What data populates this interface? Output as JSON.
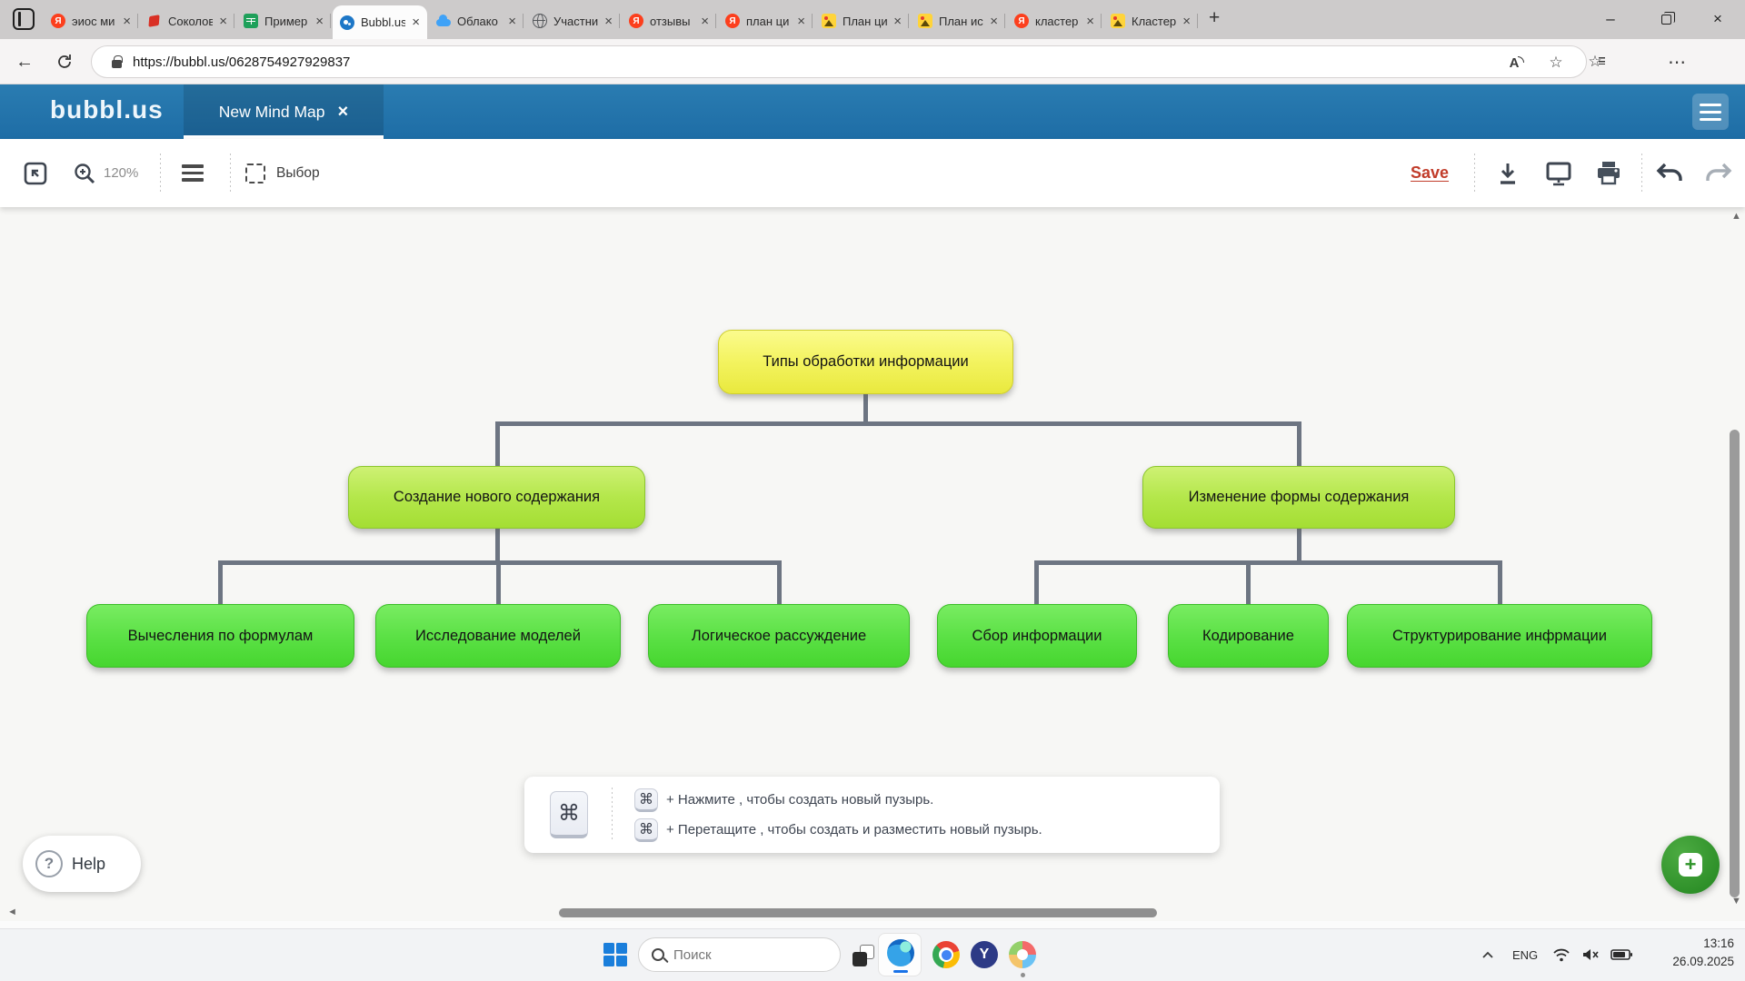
{
  "browser": {
    "tabs": [
      {
        "title": "эиос ми"
      },
      {
        "title": "Соколов"
      },
      {
        "title": "Пример"
      },
      {
        "title": "Bubbl.us"
      },
      {
        "title": "Облако"
      },
      {
        "title": "Участни"
      },
      {
        "title": "отзывы"
      },
      {
        "title": "план ци"
      },
      {
        "title": "План ци"
      },
      {
        "title": "План ис"
      },
      {
        "title": "кластер"
      },
      {
        "title": "Кластер"
      }
    ],
    "url": "https://bubbl.us/0628754927929837"
  },
  "header": {
    "logo": "bubbl.us",
    "doc_tab": "New Mind Map"
  },
  "toolbar": {
    "zoom_level": "120%",
    "select_label": "Выбор",
    "save_label": "Save"
  },
  "mindmap": {
    "nodes": [
      {
        "label": "Типы обработки информации"
      },
      {
        "label": "Создание нового содержания"
      },
      {
        "label": "Изменение формы содержания"
      },
      {
        "label": "Вычесления по формулам"
      },
      {
        "label": "Исследование моделей"
      },
      {
        "label": "Логическое рассуждение"
      },
      {
        "label": "Сбор информации"
      },
      {
        "label": "Кодирование"
      },
      {
        "label": "Структурирование инфрмации"
      }
    ],
    "connector_color": "#6d7582",
    "node_colors": {
      "root": "#efef4a",
      "level2": "#b4e74b",
      "level3": "#5ce146"
    }
  },
  "hints": {
    "key_glyph": "⌘",
    "line1": "+ Нажмите , чтобы создать новый пузырь.",
    "line2": "+ Перетащите , чтобы создать и разместить новый пузырь."
  },
  "help": {
    "label": "Help"
  },
  "taskbar": {
    "search_placeholder": "Поиск",
    "language": "ENG",
    "time": "13:16",
    "date": "26.09.2025"
  },
  "glyphs": {
    "back_arrow": "←",
    "close": "×",
    "minimize": "–",
    "new_tab": "+",
    "star": "☆",
    "more_dots": "⋯",
    "yandex_initial": "Я",
    "yandex_y": "Y",
    "read_aloud": "A",
    "question": "?",
    "plus": "+",
    "scroll_up": "▲",
    "scroll_down": "▼",
    "scroll_left": "◄",
    "scroll_right": "►"
  }
}
